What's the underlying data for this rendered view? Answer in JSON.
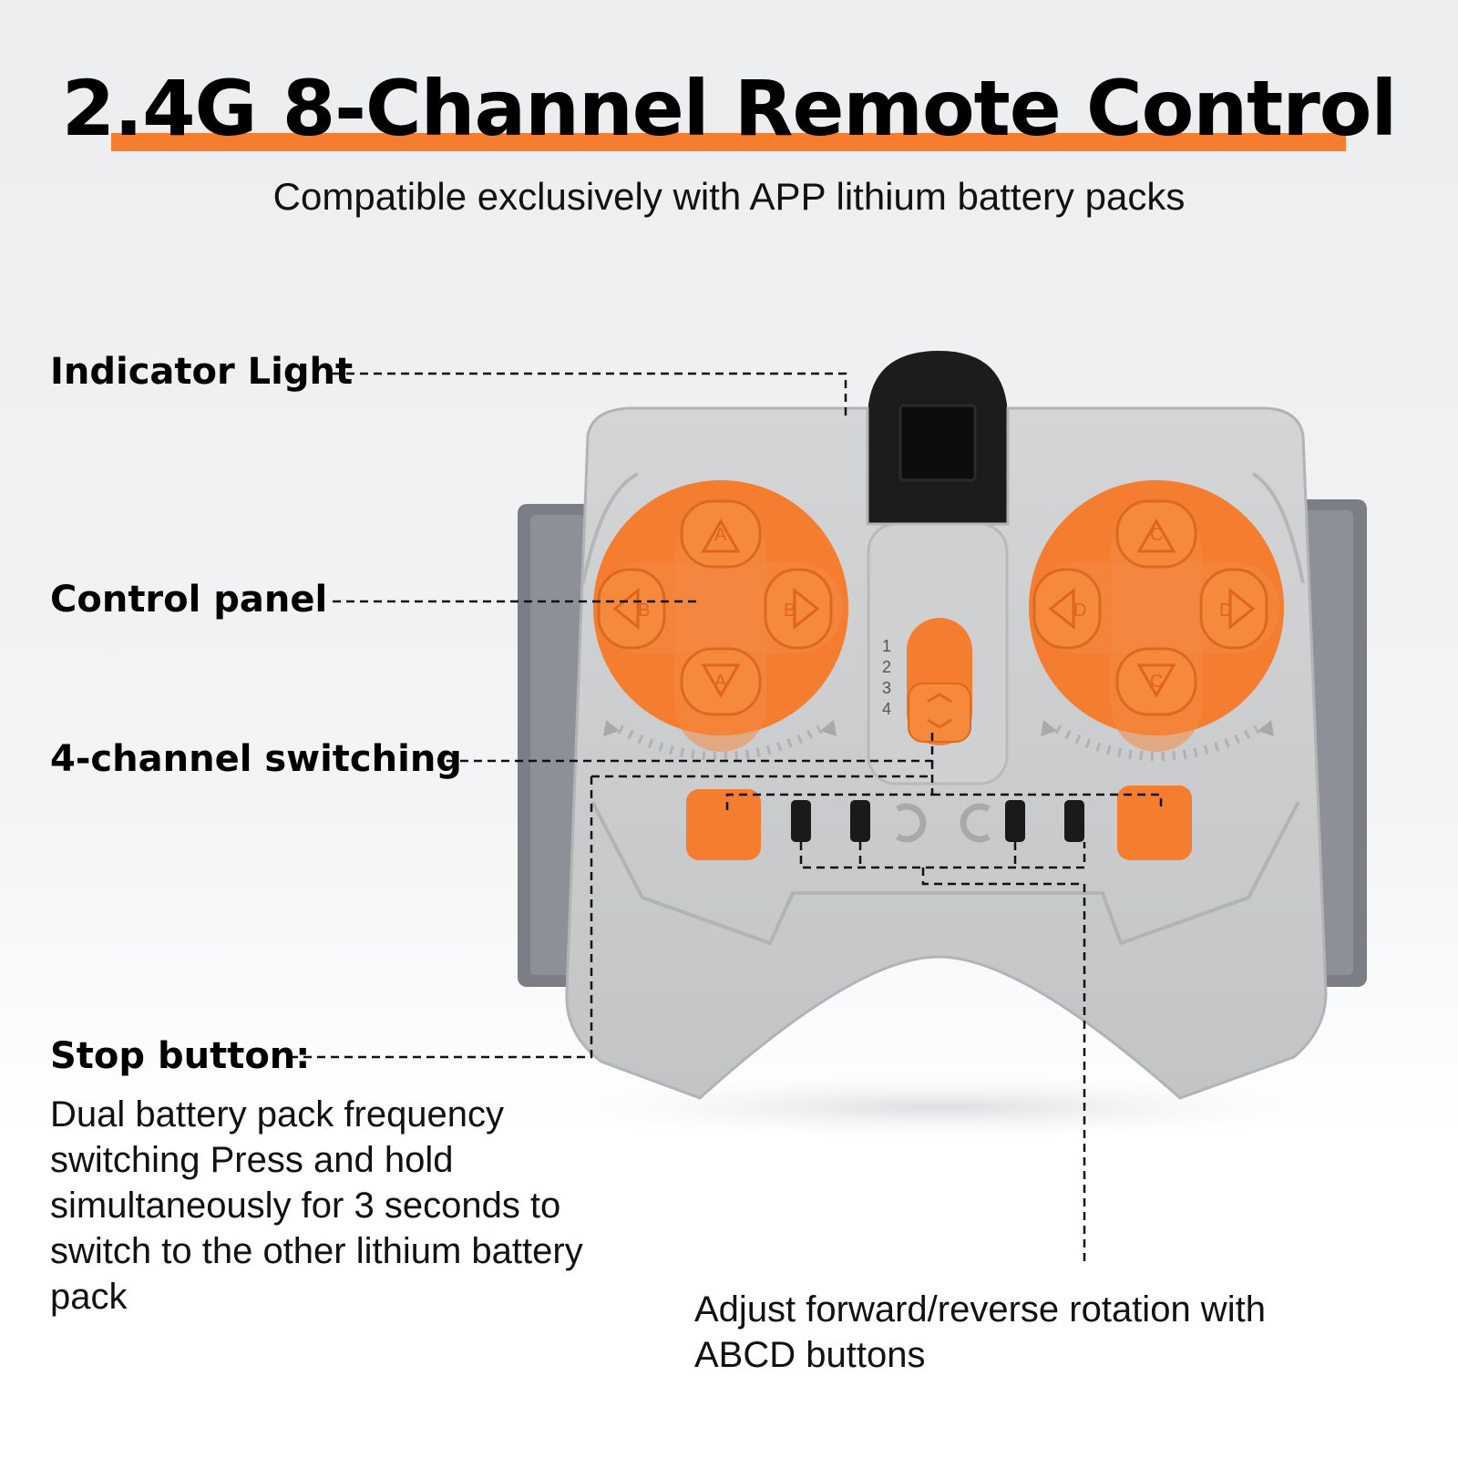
{
  "header": {
    "title": "2.4G 8-Channel Remote Control",
    "subtitle": "Compatible exclusively with APP lithium battery packs"
  },
  "callouts": {
    "indicator_light": "Indicator Light",
    "control_panel": "Control panel",
    "channel_switching": "4-channel switching",
    "stop_button": "Stop button:",
    "stop_button_description": "Dual battery pack frequency switching Press and hold simultaneously for 3 seconds to switch to the other lithium battery pack",
    "rotation_description": "Adjust forward/reverse rotation with ABCD buttons"
  },
  "remote": {
    "left_pad": {
      "up": "A",
      "down": "A",
      "left": "B",
      "right": "B"
    },
    "right_pad": {
      "up": "C",
      "down": "C",
      "left": "D",
      "right": "D"
    },
    "channels": [
      "1",
      "2",
      "3",
      "4"
    ]
  },
  "colors": {
    "accent": "#f47d30",
    "button_orange": "#f47d30",
    "body_gray": "#c9cacc",
    "side_gray": "#7b7f85",
    "indicator_black": "#1a1a1a"
  }
}
